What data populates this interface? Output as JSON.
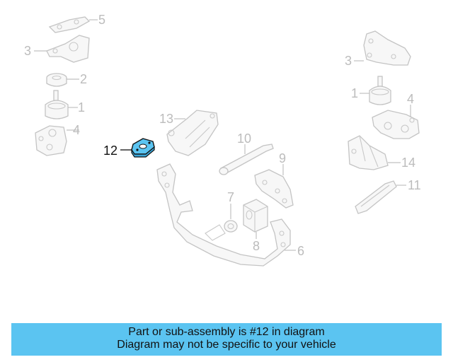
{
  "diagram": {
    "highlight_color": "#5bc4f1",
    "highlighted_part": "12",
    "callouts": {
      "c5": "5",
      "c3_left": "3",
      "c2": "2",
      "c1_left": "1",
      "c4_left": "4",
      "c12": "12",
      "c13": "13",
      "c10": "10",
      "c9": "9",
      "c7": "7",
      "c8": "8",
      "c6": "6",
      "c3_right": "3",
      "c1_right": "1",
      "c4_right": "4",
      "c14": "14",
      "c11": "11"
    }
  },
  "banner": {
    "background": "#5bc4f1",
    "line1": "Part or sub-assembly is #12 in diagram",
    "line2": "Diagram may not be specific to your vehicle"
  }
}
